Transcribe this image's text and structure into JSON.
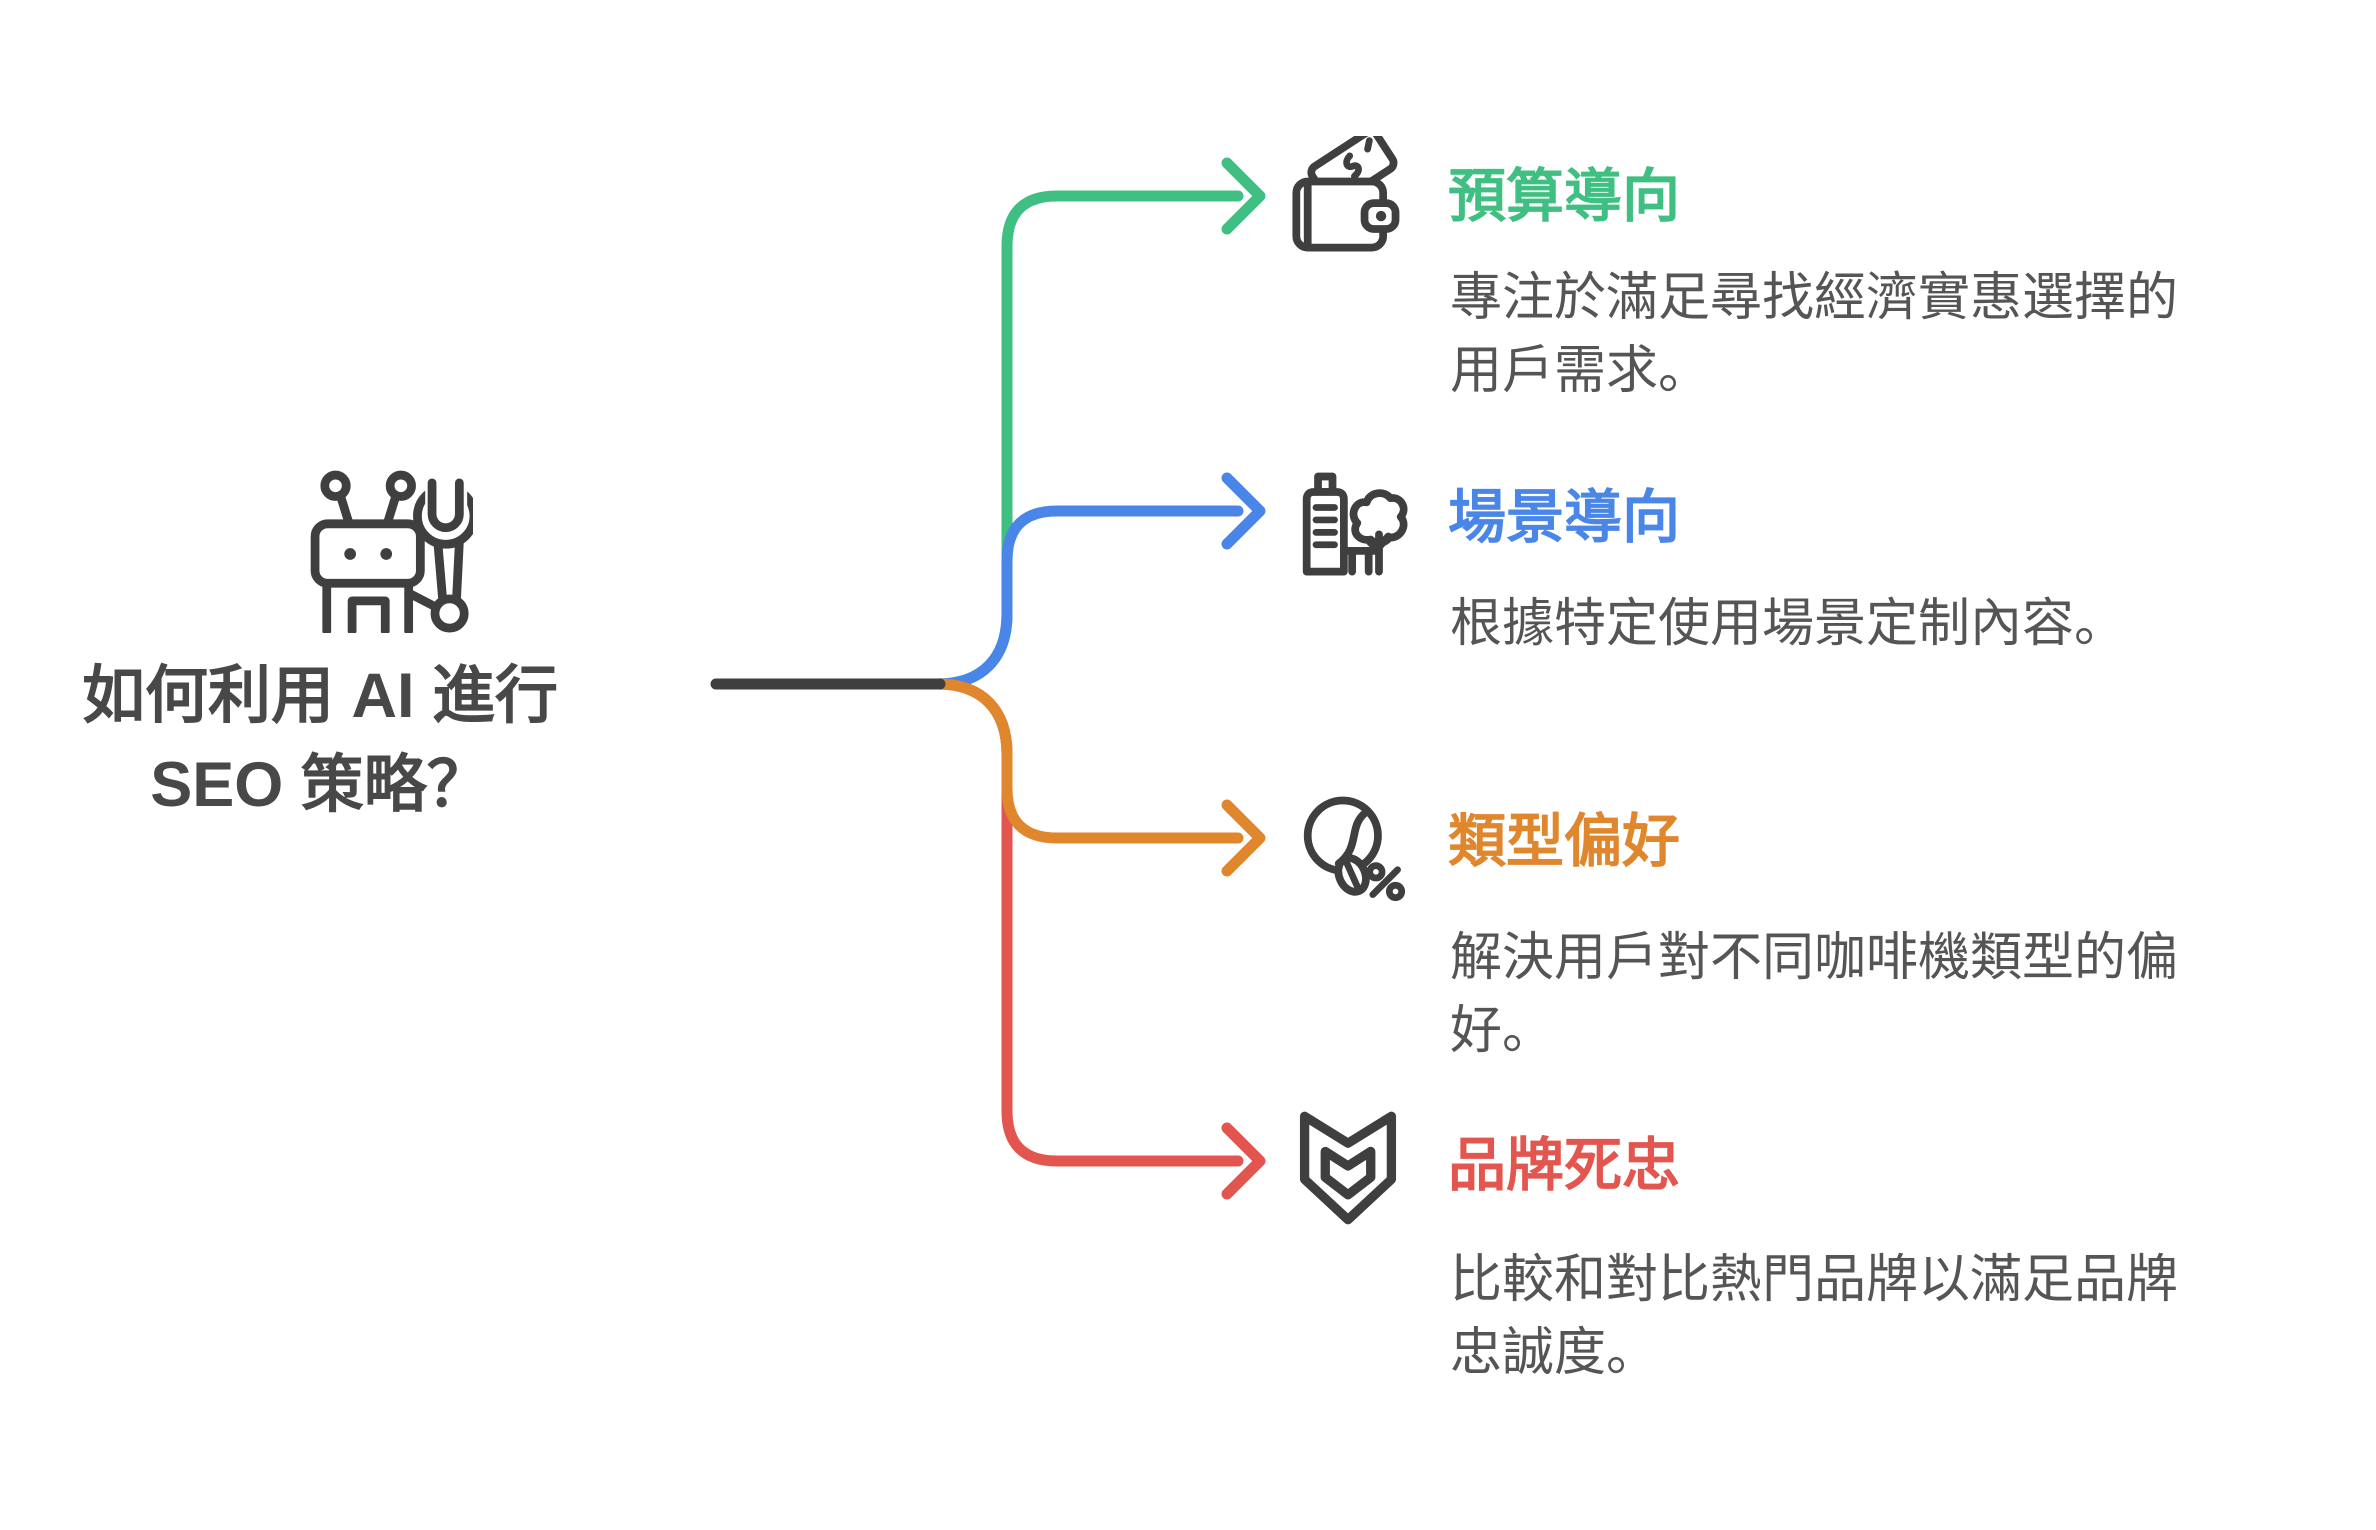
{
  "diagram": {
    "type": "mindmap",
    "root": {
      "title_line1": "如何利用 AI 進行",
      "title_line2": "SEO 策略？",
      "icon": "robot-wrench-icon",
      "text_color": "#484848",
      "trunk_color": "#3f3f3f"
    },
    "branches": [
      {
        "label": "預算導向",
        "description": "專注於滿足尋找經濟實惠選擇的用戶需求。",
        "color": "#40bf82",
        "icon": "wallet-money-icon"
      },
      {
        "label": "場景導向",
        "description": "根據特定使用場景定制內容。",
        "color": "#4a86e8",
        "icon": "building-tree-icon"
      },
      {
        "label": "類型偏好",
        "description": "解決用戶對不同咖啡機類型的偏好。",
        "color": "#e0862d",
        "icon": "coffee-bean-percent-icon"
      },
      {
        "label": "品牌死忠",
        "description": "比較和對比熱門品牌以滿足品牌忠誠度。",
        "color": "#e2564f",
        "icon": "brand-badge-icon"
      }
    ],
    "description_color": "#555555",
    "icon_stroke_color": "#3f3f3f"
  }
}
